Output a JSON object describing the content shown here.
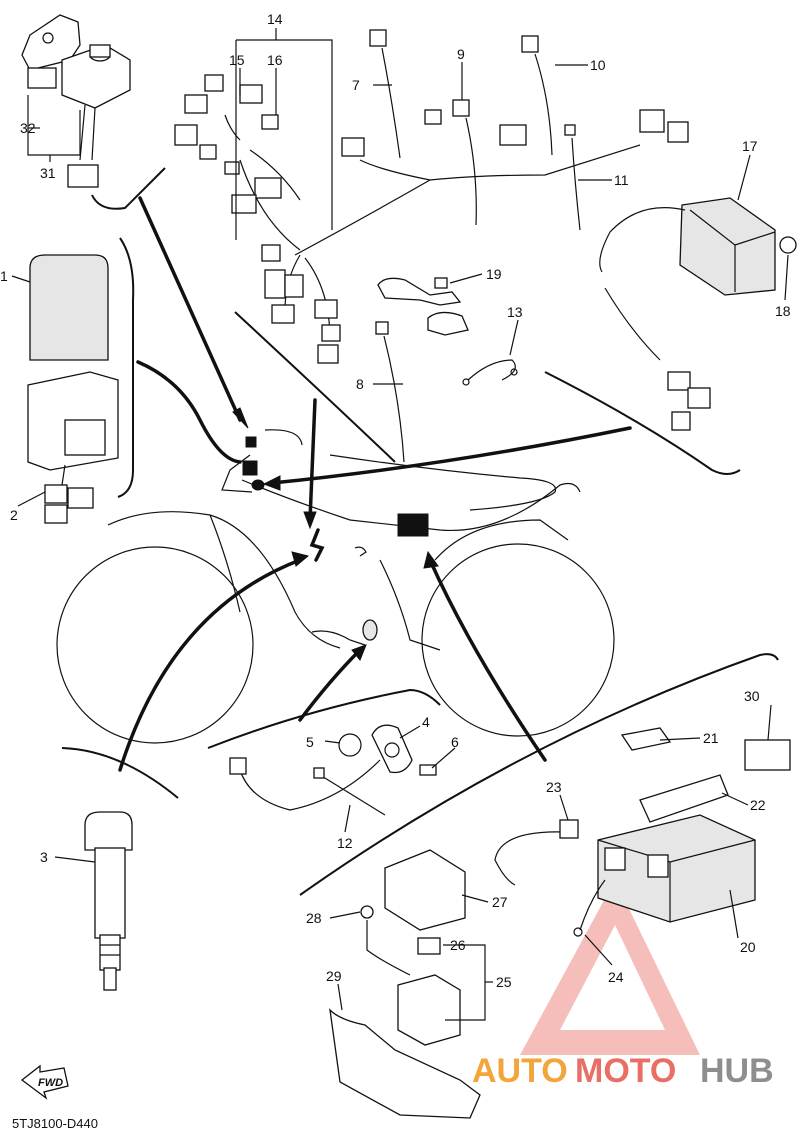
{
  "diagram_code": "5TJ8100-D440",
  "fwd_label": "FWD",
  "watermark": {
    "part1": "AUTO",
    "part2": "MOTO",
    "part3": "HUB",
    "colors": {
      "auto": "#f2a53a",
      "moto": "#e86e66",
      "hub": "#8e8e8e",
      "triangle": "#e86e66"
    }
  },
  "callouts": {
    "c1": "1",
    "c2": "2",
    "c3": "3",
    "c4": "4",
    "c5": "5",
    "c6": "6",
    "c7": "7",
    "c8": "8",
    "c9": "9",
    "c10": "10",
    "c11": "11",
    "c12": "12",
    "c13": "13",
    "c14": "14",
    "c15": "15",
    "c16": "16",
    "c17": "17",
    "c18": "18",
    "c19": "19",
    "c20": "20",
    "c21": "21",
    "c22": "22",
    "c23": "23",
    "c24": "24",
    "c25": "25",
    "c26": "26",
    "c27": "27",
    "c28": "28",
    "c29": "29",
    "c30": "30",
    "c31": "31",
    "c32": "32"
  }
}
